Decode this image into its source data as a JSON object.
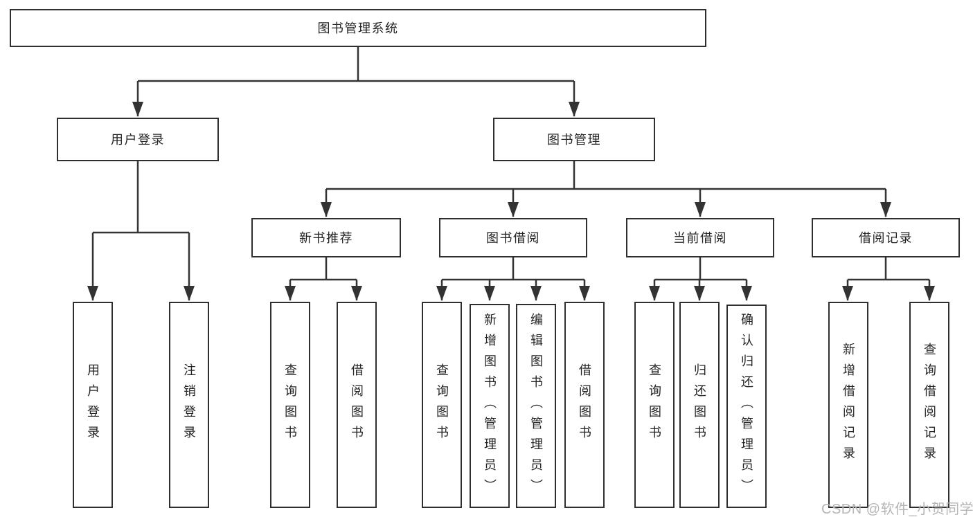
{
  "diagram": {
    "title": "图书管理系统",
    "root": {
      "label": "图书管理系统"
    },
    "level2": [
      {
        "label": "用户登录"
      },
      {
        "label": "图书管理"
      }
    ],
    "level3": [
      {
        "label": "新书推荐"
      },
      {
        "label": "图书借阅"
      },
      {
        "label": "当前借阅"
      },
      {
        "label": "借阅记录"
      }
    ],
    "leaves": {
      "user_login": [
        {
          "label": "用户登录"
        },
        {
          "label": "注销登录"
        }
      ],
      "new_book": [
        {
          "label": "查询图书"
        },
        {
          "label": "借阅图书"
        }
      ],
      "book_borrow": [
        {
          "label": "查询图书"
        },
        {
          "label": "新增图书（管理员）"
        },
        {
          "label": "编辑图书（管理员）"
        },
        {
          "label": "借阅图书"
        }
      ],
      "current_borrow": [
        {
          "label": "查询图书"
        },
        {
          "label": "归还图书"
        },
        {
          "label": "确认归还（管理员）"
        }
      ],
      "borrow_records": [
        {
          "label": "新增借阅记录"
        },
        {
          "label": "查询借阅记录"
        }
      ]
    }
  },
  "watermark": {
    "text": "CSDN @软件_小贺同学"
  },
  "colors": {
    "line": "#333333",
    "box_border": "#2f2f2f",
    "text": "#242424",
    "watermark": "#b6b6b6",
    "background": "#ffffff"
  }
}
